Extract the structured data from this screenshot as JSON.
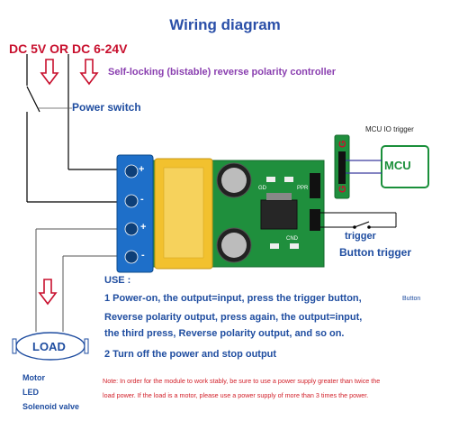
{
  "title": "Wiring diagram",
  "supply_label": "DC 5V OR DC 6-24V",
  "subtitle": "Self-locking (bistable) reverse polarity controller",
  "power_switch_label": "Power switch",
  "mcu": {
    "title": "MCU IO trigger",
    "label": "MCU"
  },
  "trigger_label": "trigger",
  "button_trigger_label": "Button trigger",
  "terminal_signs": [
    "+",
    "-",
    "+",
    "-"
  ],
  "board_labels": [
    "GD",
    "CND",
    "PPR"
  ],
  "usage": {
    "heading": "USE :",
    "lines": [
      "1  Power-on, the output=input, press the trigger button,",
      "Reverse polarity output, press again,  the output=input,",
      "the third press, Reverse polarity output, and so on.",
      "2 Turn off the power and stop output"
    ],
    "side_note": "Button"
  },
  "note_lines": [
    "Note: In order for the module to work stably, be sure to use a power supply greater than twice the",
    "load power. If the load is a motor, please use a power supply of more than 3 times the power."
  ],
  "load": {
    "label": "LOAD",
    "types": [
      "Motor",
      "LED",
      "Solenoid valve"
    ]
  },
  "colors": {
    "title": "#2a4fa8",
    "supply": "#c8102e",
    "subtitle": "#8a3fb0",
    "text_blue": "#1f4da0",
    "note": "#d2202a",
    "mcu_green": "#1a8f3a",
    "terminal_blue": "#1e6fc9",
    "relay_yellow": "#f2c12e",
    "pcb_green": "#1f8f3d"
  }
}
